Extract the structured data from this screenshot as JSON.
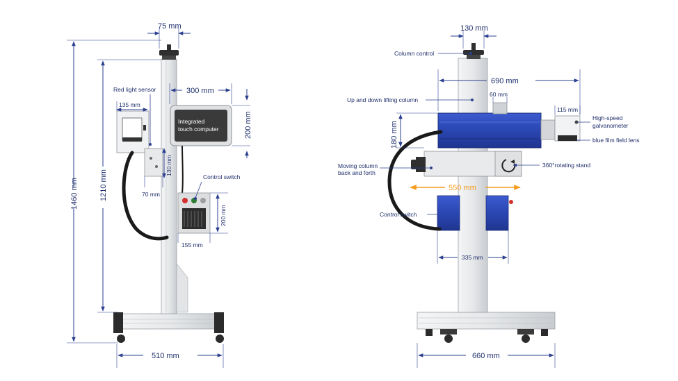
{
  "left_view": {
    "dim_top_width": "75 mm",
    "dim_total_height": "1460 mm",
    "dim_column_height": "1210 mm",
    "dim_arm_length": "300 mm",
    "dim_screen_height": "200 mm",
    "dim_sensor_width": "135 mm",
    "dim_sensor_height": "130 mm",
    "dim_bracket": "70 mm",
    "dim_box_height": "200 mm",
    "dim_box_width": "155 mm",
    "dim_base_width": "510 mm",
    "label_red_light_sensor": "Red light sensor",
    "label_control_switch": "Control switch",
    "screen_text_line1": "Integrated",
    "screen_text_line2": "touch computer"
  },
  "right_view": {
    "dim_top_width": "130 mm",
    "dim_head_length": "690 mm",
    "dim_lens_offset": "60 mm",
    "dim_head_height": "180 mm",
    "dim_galvo_width": "115 mm",
    "dim_rotation_span": "550 mm",
    "dim_box_width": "335 mm",
    "dim_base_width": "660 mm",
    "label_column_control": "Column control",
    "label_lifting_column": "Up and down lifting column",
    "label_galvo_line1": "High-speed",
    "label_galvo_line2": "galvanometer",
    "label_lens": "blue film field lens",
    "label_moving_line1": "Moving column",
    "label_moving_line2": "back and forth",
    "label_rotating": "360°rotating stand",
    "label_control_switch": "Control switch"
  },
  "colors": {
    "dimension_blue": "#2a3f8f",
    "laser_head_blue": "#2b46b4",
    "orange_highlight": "#f39c1f",
    "column_gray": "#e4e6e8"
  }
}
